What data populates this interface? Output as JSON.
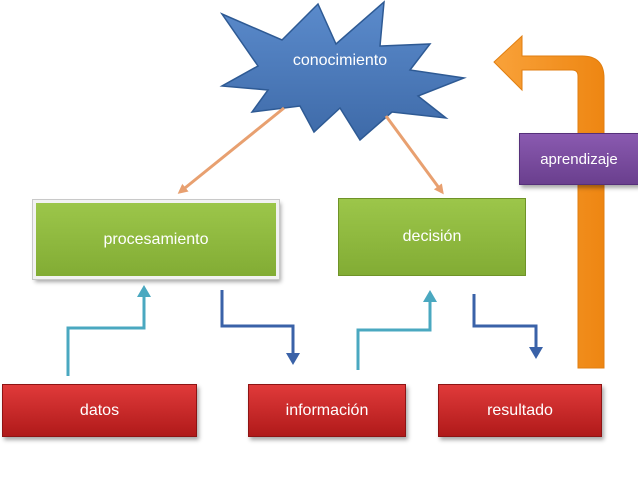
{
  "nodes": {
    "conocimiento": "conocimiento",
    "procesamiento": "procesamiento",
    "decision": "decisión",
    "aprendizaje": "aprendizaje",
    "datos": "datos",
    "informacion": "información",
    "resultado": "resultado"
  },
  "colors": {
    "star": "#4a78b8",
    "process": "#8ab83e",
    "output": "#c82626",
    "feedback_arrow": "#f7941e",
    "feedback_label": "#7b4aa0",
    "arrow_up": "#4aa8c0",
    "arrow_down": "#3a62a8",
    "arrow_orange": "#e8a070"
  }
}
